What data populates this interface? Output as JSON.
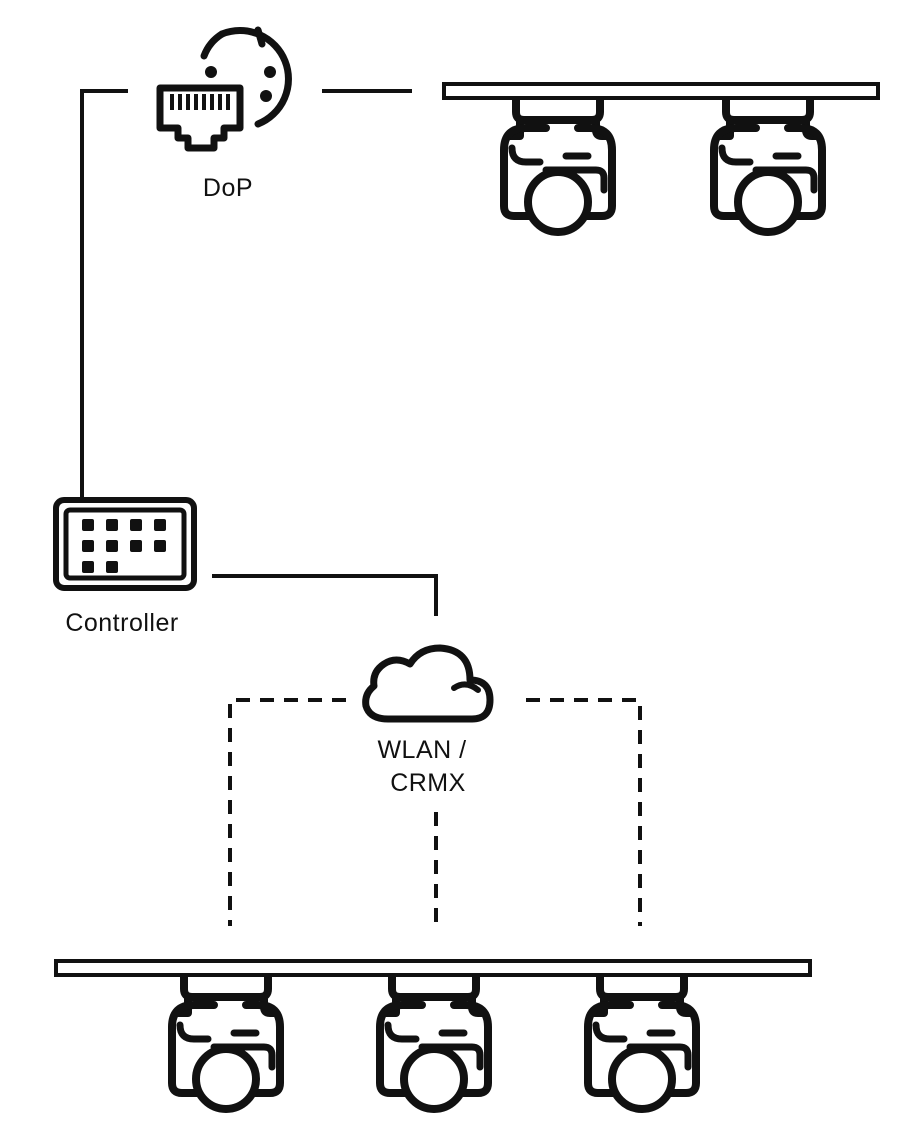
{
  "labels": {
    "dop": "DoP",
    "controller": "Controller",
    "wireless_line1": "WLAN /",
    "wireless_line2": "CRMX"
  },
  "icons": {
    "dop_node": "dmx-over-ethernet-icon",
    "controller_node": "lighting-console-icon",
    "wireless_node": "cloud-icon",
    "fixture": "moving-head-light-icon"
  },
  "colors": {
    "stroke": "#111111",
    "background": "#ffffff"
  },
  "groups": {
    "wired_truss_fixtures": 2,
    "wireless_truss_fixtures": 3
  }
}
